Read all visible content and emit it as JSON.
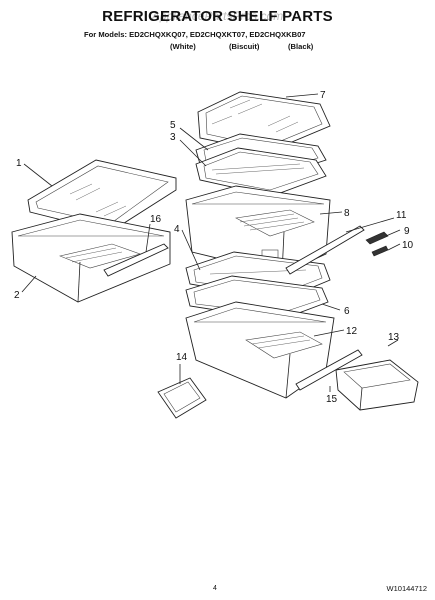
{
  "header": {
    "watermark": "AppliancePartsPros.com",
    "title": "REFRIGERATOR SHELF PARTS",
    "models_line": "For Models: ED2CHQXKQ07, ED2CHQXKT07, ED2CHQXKB07",
    "colors": [
      "(White)",
      "(Biscuit)",
      "(Black)"
    ]
  },
  "callouts": {
    "c1": "1",
    "c2": "2",
    "c3": "3",
    "c4": "4",
    "c5": "5",
    "c6": "6",
    "c7": "7",
    "c8": "8",
    "c9": "9",
    "c10": "10",
    "c11": "11",
    "c12": "12",
    "c13": "13",
    "c14": "14",
    "c15": "15",
    "c16": "16"
  },
  "footer": {
    "page_number": "4",
    "doc_number": "W10144712"
  }
}
